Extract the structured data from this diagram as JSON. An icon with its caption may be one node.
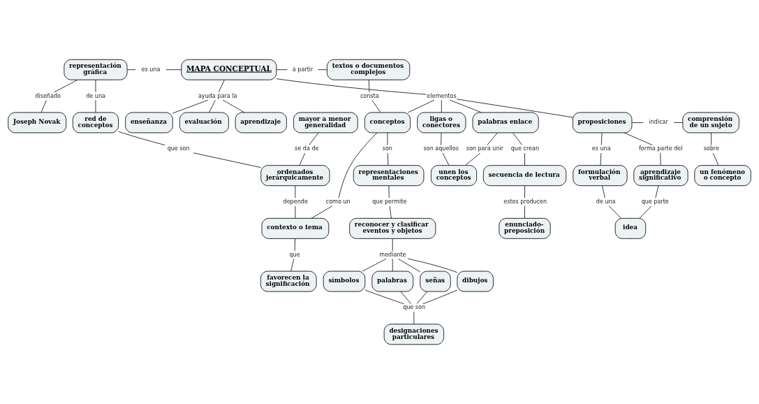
{
  "diagram": {
    "nodes": [
      {
        "text": [
          "representación gráfica"
        ]
      },
      {
        "text": [
          "es una"
        ]
      },
      {
        "text": [
          "MAPA CONCEPTUAL"
        ]
      },
      {
        "text": [
          "a partir"
        ]
      },
      {
        "text": [
          "textos o documentos complejos"
        ]
      },
      {
        "text": [
          "diseñado"
        ]
      },
      {
        "text": [
          "Joseph Novak"
        ]
      },
      {
        "text": [
          "de una"
        ]
      },
      {
        "text": [
          "enseñanza"
        ]
      },
      {
        "text": [
          "ayuda para la"
        ]
      },
      {
        "text": [
          "elementos"
        ]
      },
      {
        "text": [
          "consta"
        ]
      },
      {
        "text": [
          "red de conceptos"
        ]
      },
      {
        "text": [
          "evaluación"
        ]
      },
      {
        "text": [
          "aprendizaje"
        ]
      },
      {
        "text": [
          "conceptos"
        ]
      },
      {
        "text": [
          "ligas o conectores"
        ]
      },
      {
        "text": [
          "palabras enlace"
        ]
      },
      {
        "text": [
          "proposiciones"
        ]
      },
      {
        "text": [
          "indicar"
        ]
      },
      {
        "text": [
          "comprensión de un sujeto"
        ]
      },
      {
        "text": [
          "que son"
        ]
      },
      {
        "text": [
          "son para unir"
        ]
      },
      {
        "text": [
          "que crean"
        ]
      },
      {
        "text": [
          "es una"
        ]
      },
      {
        "text": [
          "forma parte del"
        ]
      },
      {
        "text": [
          "mayor a menor generalidad"
        ]
      },
      {
        "text": [
          "se da de"
        ]
      },
      {
        "text": [
          "ordenados jerárquicamente"
        ]
      },
      {
        "text": [
          "son"
        ]
      },
      {
        "text": [
          "son aquellos"
        ]
      },
      {
        "text": [
          "secuencia de lectura"
        ]
      },
      {
        "text": [
          "formulación verbal"
        ]
      },
      {
        "text": [
          "sobre"
        ]
      },
      {
        "text": [
          "como un"
        ]
      },
      {
        "text": [
          "depende"
        ]
      },
      {
        "text": [
          "representaciones mentales"
        ]
      },
      {
        "text": [
          "aprendizaje significativo"
        ]
      },
      {
        "text": [
          "un fenómeno o concepto"
        ]
      },
      {
        "text": [
          "unen los conceptos"
        ]
      },
      {
        "text": [
          "estos producen"
        ]
      },
      {
        "text": [
          "de una"
        ]
      },
      {
        "text": [
          "que permite"
        ]
      },
      {
        "text": [
          "contexto o tema"
        ]
      },
      {
        "text": [
          "enunciado-preposición"
        ]
      },
      {
        "text": [
          "idea"
        ]
      },
      {
        "text": [
          "que parte"
        ]
      },
      {
        "text": [
          "reconocer y clasificar eventos y objetos"
        ]
      },
      {
        "text": [
          "que"
        ]
      },
      {
        "text": [
          "favorecen la significación"
        ]
      },
      {
        "text": [
          "mediante"
        ]
      },
      {
        "text": [
          "símbolos"
        ]
      },
      {
        "text": [
          "palabras"
        ]
      },
      {
        "text": [
          "señas"
        ]
      },
      {
        "text": [
          "dibujos"
        ]
      },
      {
        "text": [
          "que son"
        ]
      },
      {
        "text": [
          "designaciones particulares"
        ]
      }
    ],
    "edges": [
      {
        "from": 0,
        "to": 1,
        "arrow": "none"
      },
      {
        "from": 1,
        "to": 2,
        "arrow": "none"
      },
      {
        "from": 2,
        "to": 3,
        "arrow": "none"
      },
      {
        "from": 3,
        "to": 4,
        "arrow": "none"
      },
      {
        "from": 0,
        "to": 5,
        "arrow": "none"
      },
      {
        "from": 5,
        "to": 6,
        "arrow": "none"
      },
      {
        "from": 0,
        "to": 7,
        "arrow": "none"
      },
      {
        "from": 7,
        "to": 12,
        "arrow": "none"
      },
      {
        "from": 2,
        "to": 9,
        "arrow": "none"
      },
      {
        "from": 9,
        "to": 8,
        "arrow": "none"
      },
      {
        "from": 9,
        "to": 13,
        "arrow": "none"
      },
      {
        "from": 9,
        "to": 14,
        "arrow": "none"
      },
      {
        "from": 2,
        "to": 10,
        "arrow": "none"
      },
      {
        "from": 10,
        "to": 15,
        "arrow": "none"
      },
      {
        "from": 10,
        "to": 16,
        "arrow": "none"
      },
      {
        "from": 10,
        "to": 17,
        "arrow": "none"
      },
      {
        "from": 10,
        "to": 18,
        "arrow": "none"
      },
      {
        "from": 4,
        "to": 11,
        "arrow": "none"
      },
      {
        "from": 11,
        "to": 15,
        "arrow": "none"
      },
      {
        "from": 18,
        "to": 19,
        "arrow": "none"
      },
      {
        "from": 19,
        "to": 20,
        "arrow": "none"
      },
      {
        "from": 20,
        "to": 33,
        "arrow": "none"
      },
      {
        "from": 33,
        "to": 38,
        "arrow": "none"
      },
      {
        "from": 12,
        "to": 21,
        "arrow": "none"
      },
      {
        "from": 21,
        "to": 28,
        "arrow": "none"
      },
      {
        "from": 26,
        "to": 27,
        "arrow": "none"
      },
      {
        "from": 27,
        "to": 28,
        "arrow": "none"
      },
      {
        "from": 28,
        "to": 35,
        "arrow": "none"
      },
      {
        "from": 35,
        "to": 43,
        "arrow": "none"
      },
      {
        "from": 15,
        "to": 34,
        "arrow": "none"
      },
      {
        "from": 34,
        "to": 43,
        "arrow": "none"
      },
      {
        "from": 43,
        "to": 48,
        "arrow": "none"
      },
      {
        "from": 48,
        "to": 49,
        "arrow": "none"
      },
      {
        "from": 15,
        "to": 29,
        "arrow": "none"
      },
      {
        "from": 29,
        "to": 36,
        "arrow": "none"
      },
      {
        "from": 36,
        "to": 42,
        "arrow": "none"
      },
      {
        "from": 42,
        "to": 47,
        "arrow": "none"
      },
      {
        "from": 47,
        "to": 50,
        "arrow": "none"
      },
      {
        "from": 50,
        "to": 51,
        "arrow": "none"
      },
      {
        "from": 50,
        "to": 52,
        "arrow": "none"
      },
      {
        "from": 50,
        "to": 53,
        "arrow": "none"
      },
      {
        "from": 50,
        "to": 54,
        "arrow": "none"
      },
      {
        "from": 51,
        "to": 55,
        "arrow": "none"
      },
      {
        "from": 52,
        "to": 55,
        "arrow": "none"
      },
      {
        "from": 53,
        "to": 55,
        "arrow": "none"
      },
      {
        "from": 54,
        "to": 55,
        "arrow": "none"
      },
      {
        "from": 55,
        "to": 56,
        "arrow": "none"
      },
      {
        "from": 16,
        "to": 30,
        "arrow": "none"
      },
      {
        "from": 30,
        "to": 39,
        "arrow": "none"
      },
      {
        "from": 17,
        "to": 22,
        "arrow": "none"
      },
      {
        "from": 22,
        "to": 39,
        "arrow": "none"
      },
      {
        "from": 17,
        "to": 23,
        "arrow": "none"
      },
      {
        "from": 23,
        "to": 31,
        "arrow": "none"
      },
      {
        "from": 31,
        "to": 40,
        "arrow": "none"
      },
      {
        "from": 40,
        "to": 44,
        "arrow": "none"
      },
      {
        "from": 18,
        "to": 24,
        "arrow": "none"
      },
      {
        "from": 24,
        "to": 32,
        "arrow": "none"
      },
      {
        "from": 32,
        "to": 41,
        "arrow": "none"
      },
      {
        "from": 41,
        "to": 45,
        "arrow": "none"
      },
      {
        "from": 18,
        "to": 25,
        "arrow": "none"
      },
      {
        "from": 25,
        "to": 37,
        "arrow": "none"
      },
      {
        "from": 37,
        "to": 46,
        "arrow": "none"
      },
      {
        "from": 46,
        "to": 45,
        "arrow": "none"
      }
    ]
  }
}
